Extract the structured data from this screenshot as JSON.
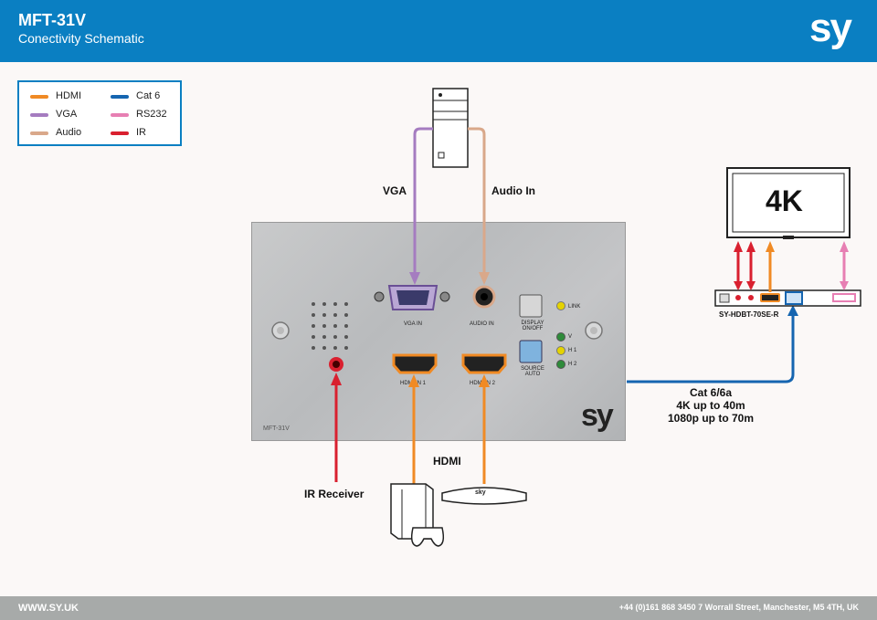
{
  "header": {
    "title": "MFT-31V",
    "subtitle": "Conectivity Schematic",
    "logo": "sy"
  },
  "footer": {
    "website": "WWW.SY.UK",
    "contact": "+44 (0)161 868 3450 7 Worrall Street, Manchester, M5 4TH, UK"
  },
  "legend": [
    {
      "label": "HDMI",
      "color": "#f08a24"
    },
    {
      "label": "Cat 6",
      "color": "#1565b0"
    },
    {
      "label": "VGA",
      "color": "#a57cc0"
    },
    {
      "label": "RS232",
      "color": "#e77fb3"
    },
    {
      "label": "Audio",
      "color": "#d9a88a"
    },
    {
      "label": "IR",
      "color": "#d9202f"
    }
  ],
  "labels": {
    "vga": "VGA",
    "audio_in": "Audio In",
    "hdmi": "HDMI",
    "ir_receiver": "IR Receiver",
    "cat6_line1": "Cat 6/6a",
    "cat6_line2": "4K up to 40m",
    "cat6_line3": "1080p up to 70m",
    "display": "4K",
    "receiver": "SY-HDBT-70SE-R",
    "sky": "sky"
  },
  "plate": {
    "model": "MFT-31V",
    "logo": "sy",
    "vga_in": "VGA IN",
    "audio_in": "AUDIO IN",
    "hdmi_in_1": "HDMI IN 1",
    "hdmi_in_2": "HDMI IN 2",
    "display_btn": "DISPLAY ON/OFF",
    "source_btn": "SOURCE AUTO",
    "led_link": "LINK",
    "led_v": "V",
    "led_h1": "H 1",
    "led_h2": "H 2"
  }
}
